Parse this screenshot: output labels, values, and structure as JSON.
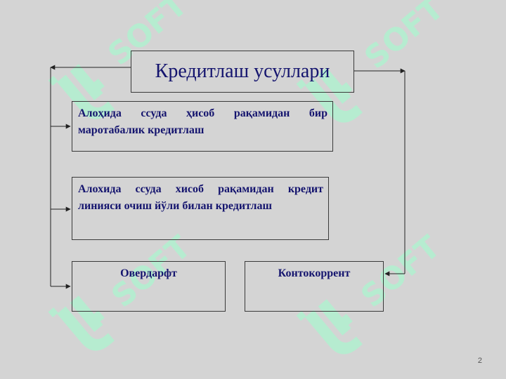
{
  "diagram": {
    "title": "Кредитлаш усуллари",
    "methods": [
      "Алоҳида ссуда ҳисоб рақамидан бир маротабалик кредитлаш",
      "Алохида ссуда хисоб рақамидан кредит линияси очиш йўли билан кредитлаш",
      "Овердарфт",
      "Контокоррент"
    ]
  },
  "watermark": {
    "text": "SOFT",
    "color": "#b6ecd0"
  },
  "slide": {
    "page_number": "2"
  }
}
